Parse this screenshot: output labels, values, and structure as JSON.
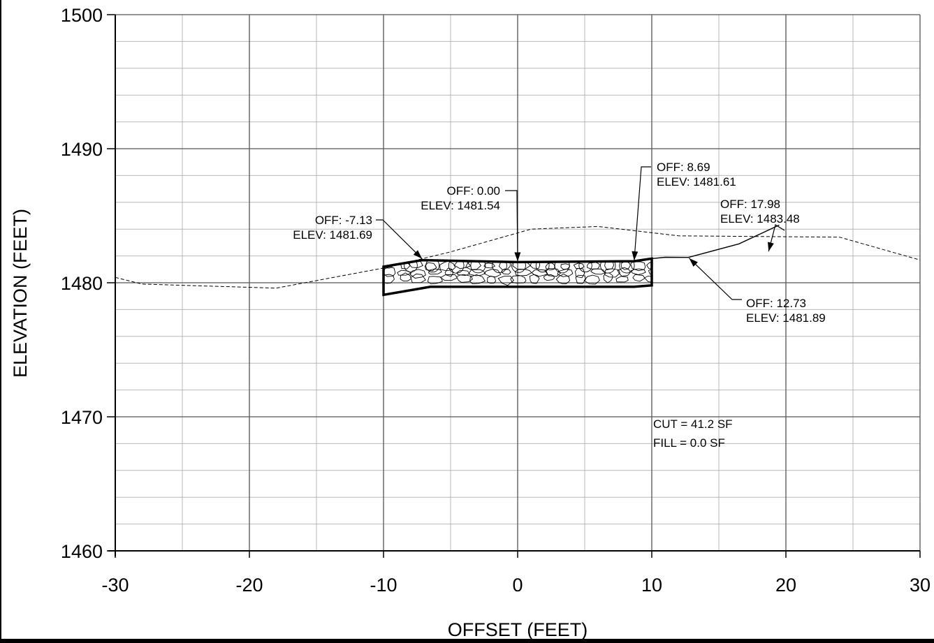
{
  "chart_data": {
    "type": "line",
    "title": "",
    "xlabel": "OFFSET (FEET)",
    "ylabel": "ELEVATION (FEET)",
    "xlim": [
      -30,
      30
    ],
    "ylim": [
      1460,
      1500
    ],
    "x_ticks": [
      -30,
      -20,
      -10,
      0,
      10,
      20,
      30
    ],
    "y_ticks": [
      1460,
      1470,
      1480,
      1490,
      1500
    ],
    "x_minor_step": 5,
    "y_minor_step": 2,
    "grid": true,
    "series": [
      {
        "style": "dashed",
        "x": [
          -30,
          -28,
          -18,
          -10,
          -5,
          1,
          6,
          12,
          24,
          30
        ],
        "y": [
          1480.4,
          1479.9,
          1479.6,
          1481.1,
          1482.3,
          1484.0,
          1484.2,
          1483.5,
          1483.4,
          1481.7
        ]
      },
      {
        "style": "solid",
        "x": [
          10,
          11,
          12.73,
          16.5,
          19.5
        ],
        "y": [
          1481.8,
          1481.9,
          1481.89,
          1482.9,
          1484.3
        ]
      }
    ],
    "section": {
      "outline_x": [
        -10,
        -7.13,
        0,
        8.69,
        10,
        10,
        8.69,
        -6.5,
        -10
      ],
      "outline_y": [
        1481.2,
        1481.69,
        1481.54,
        1481.61,
        1481.8,
        1479.8,
        1479.7,
        1479.7,
        1479.1
      ]
    },
    "annotations": [
      {
        "lines": [
          "OFF: -7.13",
          "ELEV: 1481.69"
        ],
        "x": -7.13,
        "y": 1481.69
      },
      {
        "lines": [
          "OFF: 0.00",
          "ELEV: 1481.54"
        ],
        "x": 0,
        "y": 1481.54
      },
      {
        "lines": [
          "OFF: 8.69",
          "ELEV: 1481.61"
        ],
        "x": 8.69,
        "y": 1481.61
      },
      {
        "lines": [
          "OFF: 17.98",
          "ELEV: 1483.48"
        ],
        "x": 17.98,
        "y": 1483.48
      },
      {
        "lines": [
          "OFF: 12.73",
          "ELEV: 1481.89"
        ],
        "x": 12.73,
        "y": 1481.89
      }
    ],
    "notes": [
      "CUT = 41.2 SF",
      "FILL = 0.0 SF"
    ]
  }
}
